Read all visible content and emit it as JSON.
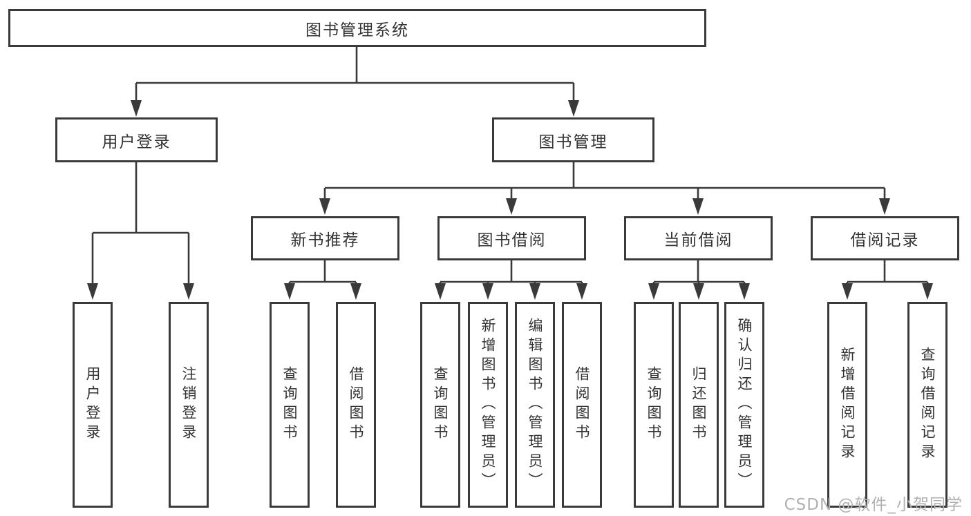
{
  "diagram": {
    "root": {
      "label": "图书管理系统",
      "children": [
        {
          "label": "用户登录",
          "children": [
            {
              "label": "用户登录"
            },
            {
              "label": "注销登录"
            }
          ]
        },
        {
          "label": "图书管理",
          "children": [
            {
              "label": "新书推荐",
              "children": [
                {
                  "label": "查询图书"
                },
                {
                  "label": "借阅图书"
                }
              ]
            },
            {
              "label": "图书借阅",
              "children": [
                {
                  "label": "查询图书"
                },
                {
                  "label": "新增图书（管理员）"
                },
                {
                  "label": "编辑图书（管理员）"
                },
                {
                  "label": "借阅图书"
                }
              ]
            },
            {
              "label": "当前借阅",
              "children": [
                {
                  "label": "查询图书"
                },
                {
                  "label": "归还图书"
                },
                {
                  "label": "确认归还（管理员）"
                }
              ]
            },
            {
              "label": "借阅记录",
              "children": [
                {
                  "label": "新增借阅记录"
                },
                {
                  "label": "查询借阅记录"
                }
              ]
            }
          ]
        }
      ]
    },
    "colors": {
      "line": "#3a3a3a",
      "text": "#333333",
      "background": "#ffffff",
      "watermark": "#b1b1b1"
    }
  },
  "watermark": {
    "text": "CSDN @软件_小贺同学"
  }
}
